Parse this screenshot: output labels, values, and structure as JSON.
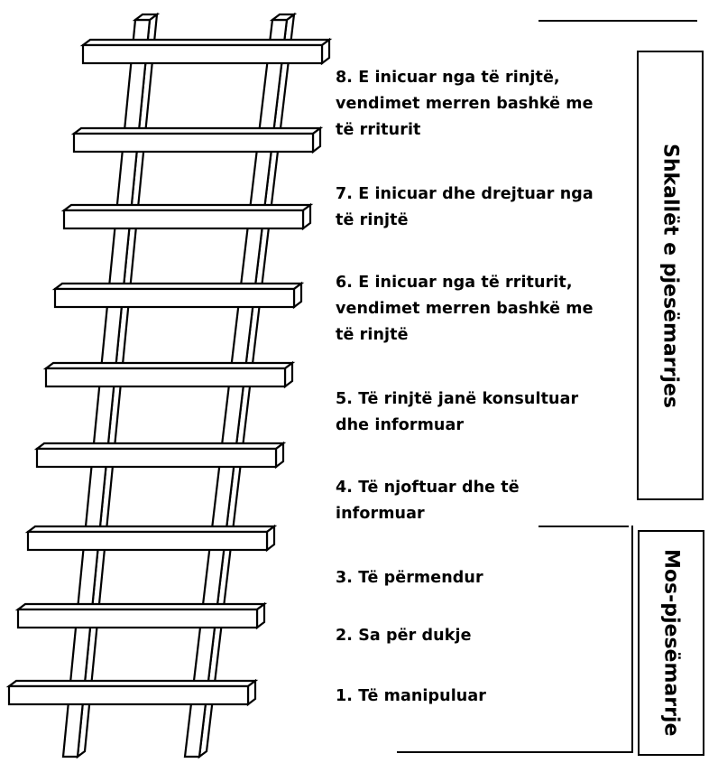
{
  "steps": [
    {
      "label": "8. E inicuar nga të rinjtë,\nvendimet merren bashkë me\ntë rriturit"
    },
    {
      "label": "7. E inicuar dhe drejtuar nga\ntë rinjtë"
    },
    {
      "label": "6. E inicuar nga të rriturit,\nvendimet merren bashkë me\ntë rinjtë"
    },
    {
      "label": "5. Të rinjtë janë konsultuar\ndhe informuar"
    },
    {
      "label": "4. Të njoftuar dhe të\ninformuar"
    },
    {
      "label": "3. Të përmendur"
    },
    {
      "label": "2.  Sa për dukje"
    },
    {
      "label": "1. Të manipuluar"
    }
  ],
  "groups": {
    "participation": "Shkallët e pjesëmarrjes",
    "non_participation": "Mos-pjesëmarrje"
  }
}
